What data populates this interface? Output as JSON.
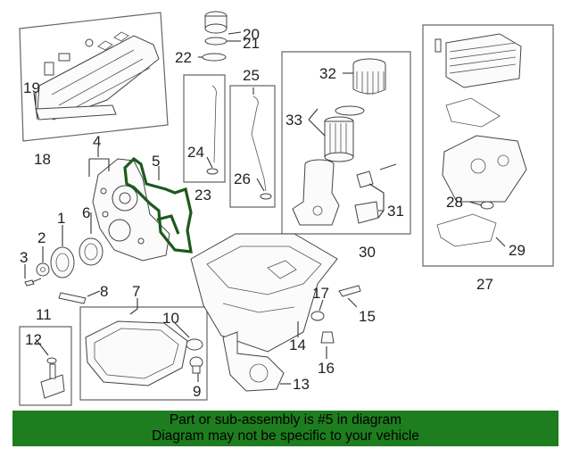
{
  "callouts": {
    "c1": "1",
    "c2": "2",
    "c3": "3",
    "c4": "4",
    "c5": "5",
    "c6": "6",
    "c7": "7",
    "c8": "8",
    "c9": "9",
    "c10": "10",
    "c11": "11",
    "c12": "12",
    "c13": "13",
    "c14": "14",
    "c15": "15",
    "c16": "16",
    "c17": "17",
    "c18": "18",
    "c19": "19",
    "c20": "20",
    "c21": "21",
    "c22": "22",
    "c23": "23",
    "c24": "24",
    "c25": "25",
    "c26": "26",
    "c27": "27",
    "c28": "28",
    "c29": "29",
    "c30": "30",
    "c31": "31",
    "c32": "32",
    "c33": "33"
  },
  "highlighted_part": "5",
  "highlight_color": "#1c5a1c",
  "banner": {
    "line1": "Part or sub-assembly is #5 in diagram",
    "line2": "Diagram may not be specific to your vehicle",
    "background": "#1e7d1e"
  }
}
